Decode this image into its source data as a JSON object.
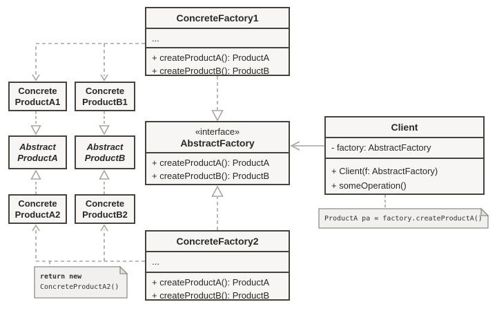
{
  "diagram": {
    "pattern": "Abstract Factory",
    "classes": {
      "concreteFactory1": {
        "name": "ConcreteFactory1",
        "ellipsis": "...",
        "methods": [
          "+ createProductA(): ProductA",
          "+ createProductB(): ProductB"
        ]
      },
      "abstractFactory": {
        "stereotype": "«interface»",
        "name": "AbstractFactory",
        "methods": [
          "+ createProductA(): ProductA",
          "+ createProductB(): ProductB"
        ]
      },
      "concreteFactory2": {
        "name": "ConcreteFactory2",
        "ellipsis": "...",
        "methods": [
          "+ createProductA(): ProductA",
          "+ createProductB(): ProductB"
        ]
      },
      "client": {
        "name": "Client",
        "fields": [
          "- factory: AbstractFactory"
        ],
        "methods": [
          "+ Client(f: AbstractFactory)",
          "+ someOperation()"
        ]
      },
      "concreteProductA1": {
        "line1": "Concrete",
        "line2": "ProductA1"
      },
      "concreteProductB1": {
        "line1": "Concrete",
        "line2": "ProductB1"
      },
      "abstractProductA": {
        "line1": "Abstract",
        "line2": "ProductA"
      },
      "abstractProductB": {
        "line1": "Abstract",
        "line2": "ProductB"
      },
      "concreteProductA2": {
        "line1": "Concrete",
        "line2": "ProductA2"
      },
      "concreteProductB2": {
        "line1": "Concrete",
        "line2": "ProductB2"
      }
    },
    "notes": {
      "clientNote": "ProductA pa = factory.createProductA()",
      "factory2Note": {
        "line1": "return new",
        "line2": "ConcreteProductA2()"
      }
    },
    "colors": {
      "boxFill": "#f7f6f4",
      "boxBorder": "#45413d",
      "text": "#2a2825",
      "arrow": "#a8a49f",
      "noteFill": "#f2f0ee",
      "noteBorder": "#8f8b87"
    }
  }
}
